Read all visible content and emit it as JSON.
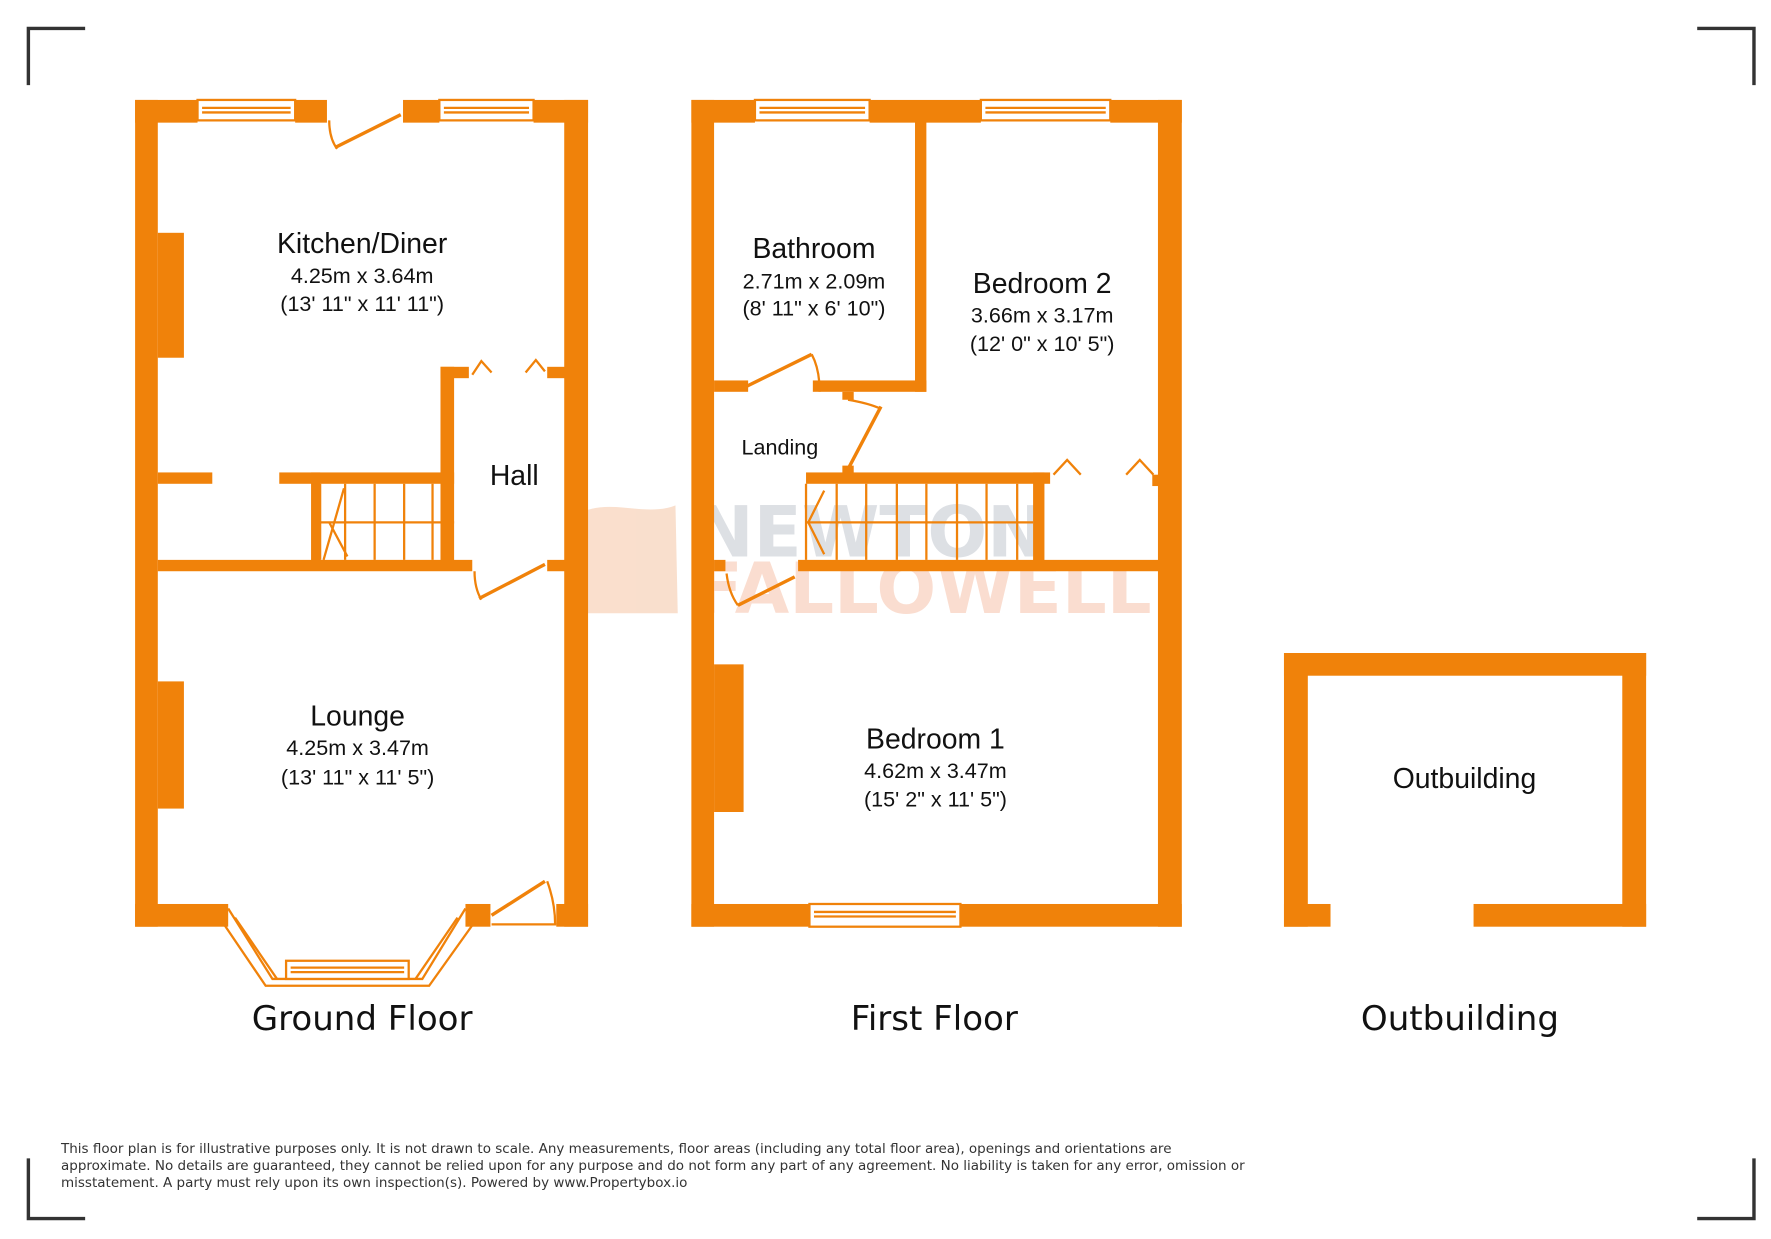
{
  "colors": {
    "wall": "#F0820A",
    "text": "#111111",
    "corner": "#333333",
    "watermark_grey": "#D5D8DD",
    "watermark_orange": "#F8C9A8"
  },
  "watermark": {
    "line1": "NEWTON",
    "line2": "FALLOWELL"
  },
  "floors": [
    {
      "label": "Ground Floor",
      "rooms": [
        {
          "name": "Kitchen/Diner",
          "metric": "4.25m x 3.64m",
          "imperial": "(13' 11\" x 11' 11\")"
        },
        {
          "name": "Hall",
          "metric": "",
          "imperial": ""
        },
        {
          "name": "Lounge",
          "metric": "4.25m x 3.47m",
          "imperial": "(13' 11\" x 11' 5\")"
        }
      ]
    },
    {
      "label": "First Floor",
      "rooms": [
        {
          "name": "Bathroom",
          "metric": "2.71m x 2.09m",
          "imperial": "(8' 11\" x 6' 10\")"
        },
        {
          "name": "Bedroom 2",
          "metric": "3.66m x 3.17m",
          "imperial": "(12' 0\" x 10' 5\")"
        },
        {
          "name": "Landing",
          "metric": "",
          "imperial": ""
        },
        {
          "name": "Bedroom 1",
          "metric": "4.62m x 3.47m",
          "imperial": "(15' 2\" x 11' 5\")"
        }
      ]
    },
    {
      "label": "Outbuilding",
      "rooms": [
        {
          "name": "Outbuilding",
          "metric": "",
          "imperial": ""
        }
      ]
    }
  ],
  "disclaimer": "This floor plan is for illustrative purposes only. It is not drawn to scale. Any measurements, floor areas (including any total floor area), openings and orientations are approximate. No details are guaranteed, they cannot be relied upon for any purpose and do not form any part of any agreement. No liability is taken for any error, omission or misstatement. A party must rely upon its own inspection(s). Powered by www.Propertybox.io"
}
